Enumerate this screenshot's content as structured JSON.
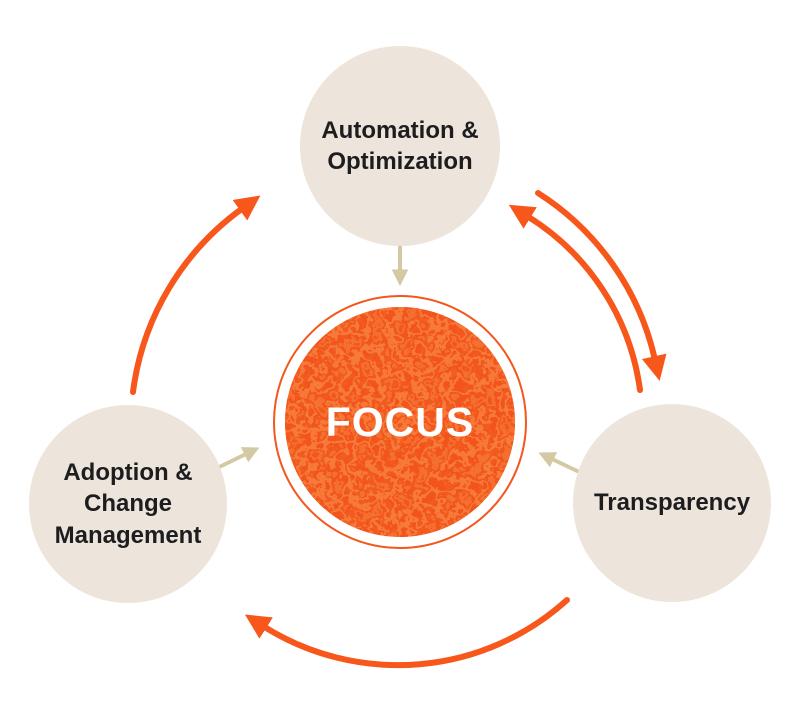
{
  "diagram": {
    "type": "cycle-diagram",
    "background": "#FFFFFF",
    "center": {
      "label": "FOCUS",
      "fill_color": "#F3541B",
      "ring_color": "#F4561C",
      "text_color": "#FFFFFF",
      "texture": "grunge"
    },
    "nodes": {
      "automation": {
        "label": "Automation & Optimization",
        "line1": "Automation &",
        "line2": "Optimization",
        "position": "top"
      },
      "adoption": {
        "label": "Adoption & Change Management",
        "line1": "Adoption &",
        "line2": "Change",
        "line3": "Management",
        "position": "left"
      },
      "transparency": {
        "label": "Transparency",
        "line1": "Transparency",
        "position": "right"
      }
    },
    "colors": {
      "node_fill": "#EDE4DB",
      "node_text": "#1D1D1F",
      "cycle_arrow": "#F8571C",
      "center_arrow": "#D3C9A2"
    },
    "cycle_arrows": [
      {
        "name": "adoption-to-automation",
        "from": "Adoption & Change Management",
        "to": "Automation & Optimization",
        "shape": "curved",
        "color": "#F8571C"
      },
      {
        "name": "automation-to-transparency",
        "from": "Automation & Optimization",
        "to": "Transparency",
        "shape": "curved",
        "color": "#F8571C"
      },
      {
        "name": "transparency-to-automation",
        "from": "Transparency",
        "to": "Automation & Optimization",
        "shape": "curved",
        "color": "#F8571C"
      },
      {
        "name": "transparency-to-adoption",
        "from": "Transparency",
        "to": "Adoption & Change Management",
        "shape": "curved",
        "color": "#F8571C"
      }
    ],
    "center_arrows": [
      {
        "name": "automation-to-center",
        "from": "Automation & Optimization",
        "to": "FOCUS",
        "shape": "straight",
        "color": "#D3C9A2"
      },
      {
        "name": "adoption-to-center",
        "from": "Adoption & Change Management",
        "to": "FOCUS",
        "shape": "straight",
        "color": "#D3C9A2"
      },
      {
        "name": "transparency-to-center",
        "from": "Transparency",
        "to": "FOCUS",
        "shape": "straight",
        "color": "#D3C9A2"
      }
    ]
  }
}
